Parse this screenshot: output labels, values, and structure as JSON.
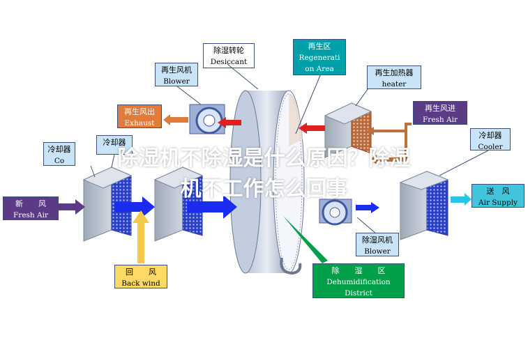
{
  "colors": {
    "label_blue": "#c9e4f6",
    "label_orange": "#e07b39",
    "label_purple": "#5b3b86",
    "label_cyan": "#43c4dd",
    "label_yellow": "#ffd966",
    "label_green": "#00a04a",
    "arrow_blue": "#1a2cf0",
    "arrow_red": "#e02020",
    "arrow_yellow": "#f2c94c",
    "arrow_purple": "#6a4aa0",
    "arrow_orange": "#c0703a",
    "arrow_cyan": "#28c4e4",
    "arrow_green": "#00a04a"
  },
  "labels": {
    "desiccant": {
      "zh": "除湿转轮",
      "en": "Desiccant"
    },
    "regen_area": {
      "zh": "再生区",
      "en1": "Regenerati",
      "en2": "on Area"
    },
    "regen_blower": {
      "zh": "再生风机",
      "en": "Blower"
    },
    "regen_heater": {
      "zh": "再生加热器",
      "en": "heater"
    },
    "exhaust": {
      "zh": "再生风出",
      "en": "Exhaust"
    },
    "regen_fresh_air": {
      "zh": "再生风进",
      "en": "Fresh Air"
    },
    "cooler_right": {
      "zh": "冷却器",
      "en": "Cooler"
    },
    "cooler_left1": {
      "zh": "冷却器",
      "en": "Co"
    },
    "cooler_left2": {
      "zh": "冷却器",
      "en": ""
    },
    "fresh_air": {
      "zh": "新　　风",
      "en": "Fresh Air"
    },
    "air_supply": {
      "zh": "送　风",
      "en": "Air Supply"
    },
    "back_wind": {
      "zh": "回　　风",
      "en": "Back wind"
    },
    "dehum_blower": {
      "zh": "除湿风机",
      "en": "Blower"
    },
    "dehum_district": {
      "zh": "除　　湿　　区",
      "en1": "Dehumidification",
      "en2": "District"
    }
  },
  "overlay_title": {
    "line1": "除湿机不除湿是什么原因？除湿",
    "line2": "机不工作怎么回事"
  }
}
